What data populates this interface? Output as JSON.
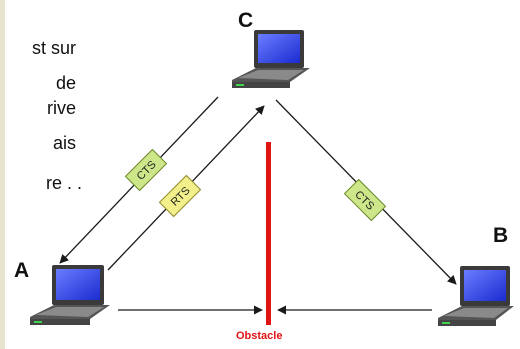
{
  "background_text": {
    "line1": "st sur",
    "line2": "de",
    "line3": "rive",
    "line4": "ais",
    "line5": "re . ."
  },
  "nodes": {
    "a": "A",
    "b": "B",
    "c": "C"
  },
  "tags": {
    "cts_left": "CTS",
    "rts": "RTS",
    "cts_right": "CTS"
  },
  "obstacle_label": "Obstacle",
  "colors": {
    "obstacle": "#e11414",
    "cts_fill": "#cde68a",
    "rts_fill": "#f3f08c",
    "arrow": "#1a1a1a"
  }
}
